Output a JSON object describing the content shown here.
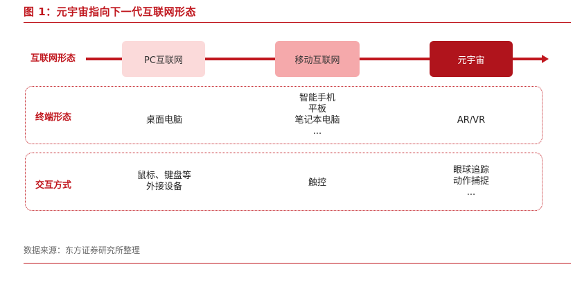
{
  "title": "图 1：元宇宙指向下一代互联网形态",
  "source": "数据来源：东方证券研究所整理",
  "timeline": {
    "label": "互联网形态",
    "stages": [
      "PC互联网",
      "移动互联网",
      "元宇宙"
    ]
  },
  "rows": [
    {
      "label": "终端形态",
      "cells": [
        [
          "桌面电脑"
        ],
        [
          "智能手机",
          "平板",
          "笔记本电脑",
          "..."
        ],
        [
          "AR/VR"
        ]
      ]
    },
    {
      "label": "交互方式",
      "cells": [
        [
          "鼠标、键盘等",
          "外接设备"
        ],
        [
          "触控"
        ],
        [
          "眼球追踪",
          "动作捕捉",
          "..."
        ]
      ]
    }
  ],
  "colors": {
    "accent": "#c0171e",
    "stage_1": "#fbdada",
    "stage_2": "#f5a9ab",
    "stage_3": "#b0141c"
  }
}
